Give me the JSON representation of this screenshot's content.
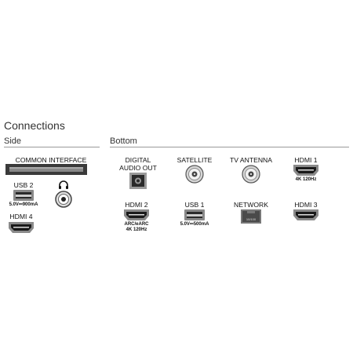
{
  "title": "Connections",
  "sections": {
    "side": "Side",
    "bottom": "Bottom"
  },
  "ports": {
    "common_interface": {
      "label": "COMMON INTERFACE"
    },
    "usb2": {
      "label": "USB 2",
      "spec": "5.0V⎓900mA"
    },
    "hdmi4": {
      "label": "HDMI 4"
    },
    "digital_audio_out": {
      "label_line1": "DIGITAL",
      "label_line2": "AUDIO OUT"
    },
    "satellite": {
      "label": "SATELLITE"
    },
    "tv_antenna": {
      "label": "TV ANTENNA"
    },
    "hdmi1": {
      "label": "HDMI 1",
      "spec": "4K 120Hz"
    },
    "hdmi2": {
      "label": "HDMI 2",
      "spec_line1": "ARC/eARC",
      "spec_line2": "4K 120Hz"
    },
    "usb1": {
      "label": "USB 1",
      "spec": "5.0V⎓500mA"
    },
    "network": {
      "label": "NETWORK",
      "port_text": "10/100"
    },
    "hdmi3": {
      "label": "HDMI 3"
    }
  },
  "icons": [
    "common-interface-slot-icon",
    "usb-port-icon",
    "headphone-icon",
    "headphone-jack-icon",
    "hdmi-port-icon",
    "optical-port-icon",
    "coaxial-port-icon",
    "ethernet-port-icon"
  ],
  "colors": {
    "port_dark": "#2a2a2a",
    "port_gray": "#8a8a8a",
    "rule": "#9a9a9a"
  }
}
